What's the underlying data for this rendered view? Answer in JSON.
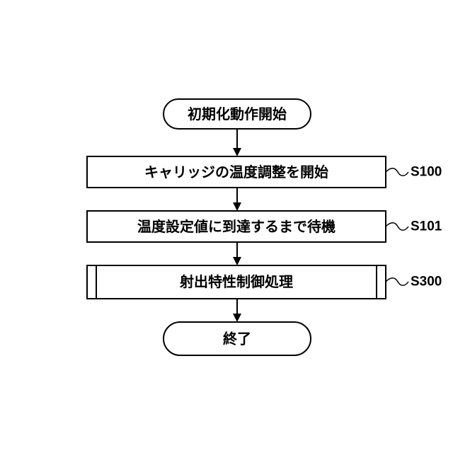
{
  "flowchart": {
    "start": {
      "label": "初期化動作開始"
    },
    "steps": [
      {
        "label": "キャリッジの温度調整を開始",
        "step_id": "S100"
      },
      {
        "label": "温度設定値に到達するまで待機",
        "step_id": "S101"
      },
      {
        "label": "射出特性制御処理",
        "step_id": "S300"
      }
    ],
    "end": {
      "label": "終了"
    }
  }
}
